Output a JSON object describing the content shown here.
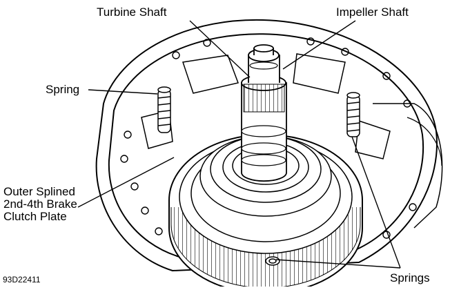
{
  "labels": {
    "turbine_shaft": "Turbine Shaft",
    "impeller_shaft": "Impeller Shaft",
    "spring": "Spring",
    "outer_plate_line1": "Outer Splined",
    "outer_plate_line2": "2nd-4th Brake",
    "outer_plate_line3": "Clutch Plate",
    "springs": "Springs"
  },
  "figure_code": "93D22411",
  "colors": {
    "ink": "#000000",
    "paper": "#ffffff"
  }
}
